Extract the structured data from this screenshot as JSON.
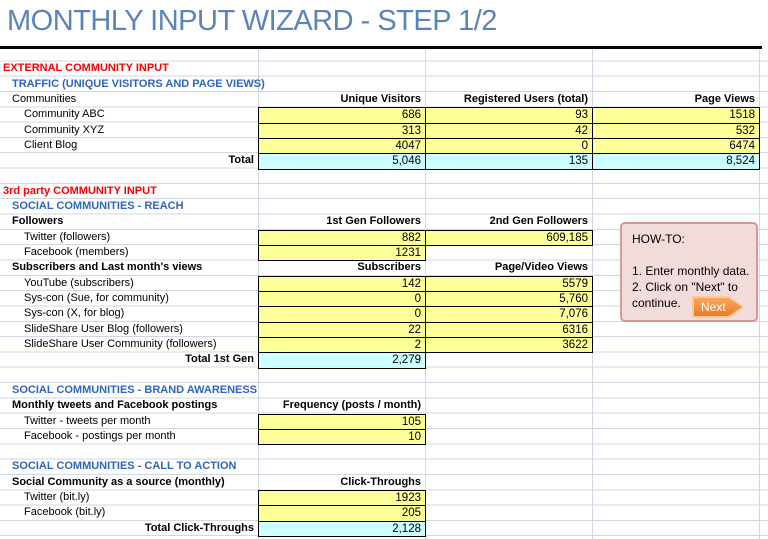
{
  "title": "MONTHLY INPUT WIZARD - STEP 1/2",
  "colors": {
    "title_blue": "#5b84bb",
    "section_red": "#ff0000",
    "section_blue": "#2f65c0",
    "input_yellow": "#ffff99",
    "total_cyan": "#ccffff",
    "gridline": "#d0d7e5",
    "howto_fill": "#f2dcdb",
    "howto_border": "#d99694",
    "next_orange": "#ed7d23"
  },
  "external": {
    "heading": "EXTERNAL COMMUNITY INPUT",
    "traffic_heading": "TRAFFIC (UNIQUE VISITORS AND PAGE VIEWS)",
    "group_label": "Communities",
    "col_headers": [
      "Unique Visitors",
      "Registered Users (total)",
      "Page Views"
    ],
    "rows": [
      {
        "label": "Community ABC",
        "values": [
          "686",
          "93",
          "1518"
        ]
      },
      {
        "label": "Community XYZ",
        "values": [
          "313",
          "42",
          "532"
        ]
      },
      {
        "label": "Client Blog",
        "values": [
          "4047",
          "0",
          "6474"
        ]
      }
    ],
    "total": {
      "label": "Total",
      "values": [
        "5,046",
        "135",
        "8,524"
      ]
    }
  },
  "thirdparty_heading": "3rd party COMMUNITY INPUT",
  "reach": {
    "heading": "SOCIAL COMMUNITIES - REACH",
    "group_label": "Followers",
    "col_headers": [
      "1st Gen Followers",
      "2nd Gen Followers"
    ],
    "rows": [
      {
        "label": "Twitter (followers)",
        "gen1": "882",
        "gen2": "609,185"
      },
      {
        "label": "Facebook (members)",
        "gen1": "1231"
      }
    ]
  },
  "subscribers": {
    "group_label": "Subscribers and Last month's views",
    "col_headers": [
      "Subscribers",
      "Page/Video Views"
    ],
    "rows": [
      {
        "label": "YouTube (subscribers)",
        "subs": "142",
        "views": "5579"
      },
      {
        "label": "Sys-con (Sue, for community)",
        "subs": "0",
        "views": "5,760"
      },
      {
        "label": "Sys-con (X, for blog)",
        "subs": "0",
        "views": "7,076"
      },
      {
        "label": "SlideShare User Blog (followers)",
        "subs": "22",
        "views": "6316"
      },
      {
        "label": "SlideShare User Community (followers)",
        "subs": "2",
        "views": "3622"
      }
    ],
    "total": {
      "label": "Total 1st Gen",
      "value": "2,279"
    }
  },
  "brand": {
    "heading": "SOCIAL COMMUNITIES - BRAND AWARENESS",
    "group_label": "Monthly tweets and Facebook postings",
    "col_header": "Frequency (posts / month)",
    "rows": [
      {
        "label": "Twitter  - tweets per month",
        "value": "105"
      },
      {
        "label": "Facebook - postings per month",
        "value": "10"
      }
    ]
  },
  "cta": {
    "heading": "SOCIAL COMMUNITIES - CALL TO ACTION",
    "group_label": "Social Community as a source (monthly)",
    "col_header": "Click-Throughs",
    "rows": [
      {
        "label": "Twitter (bit.ly)",
        "value": "1923"
      },
      {
        "label": "Facebook (bit.ly)",
        "value": "205"
      }
    ],
    "total": {
      "label": "Total Click-Throughs",
      "value": "2,128"
    }
  },
  "howto": {
    "title": "HOW-TO:",
    "lines": [
      "1. Enter monthly data.",
      "2. Click on \"Next\" to",
      "continue."
    ],
    "next_label": "Next"
  }
}
